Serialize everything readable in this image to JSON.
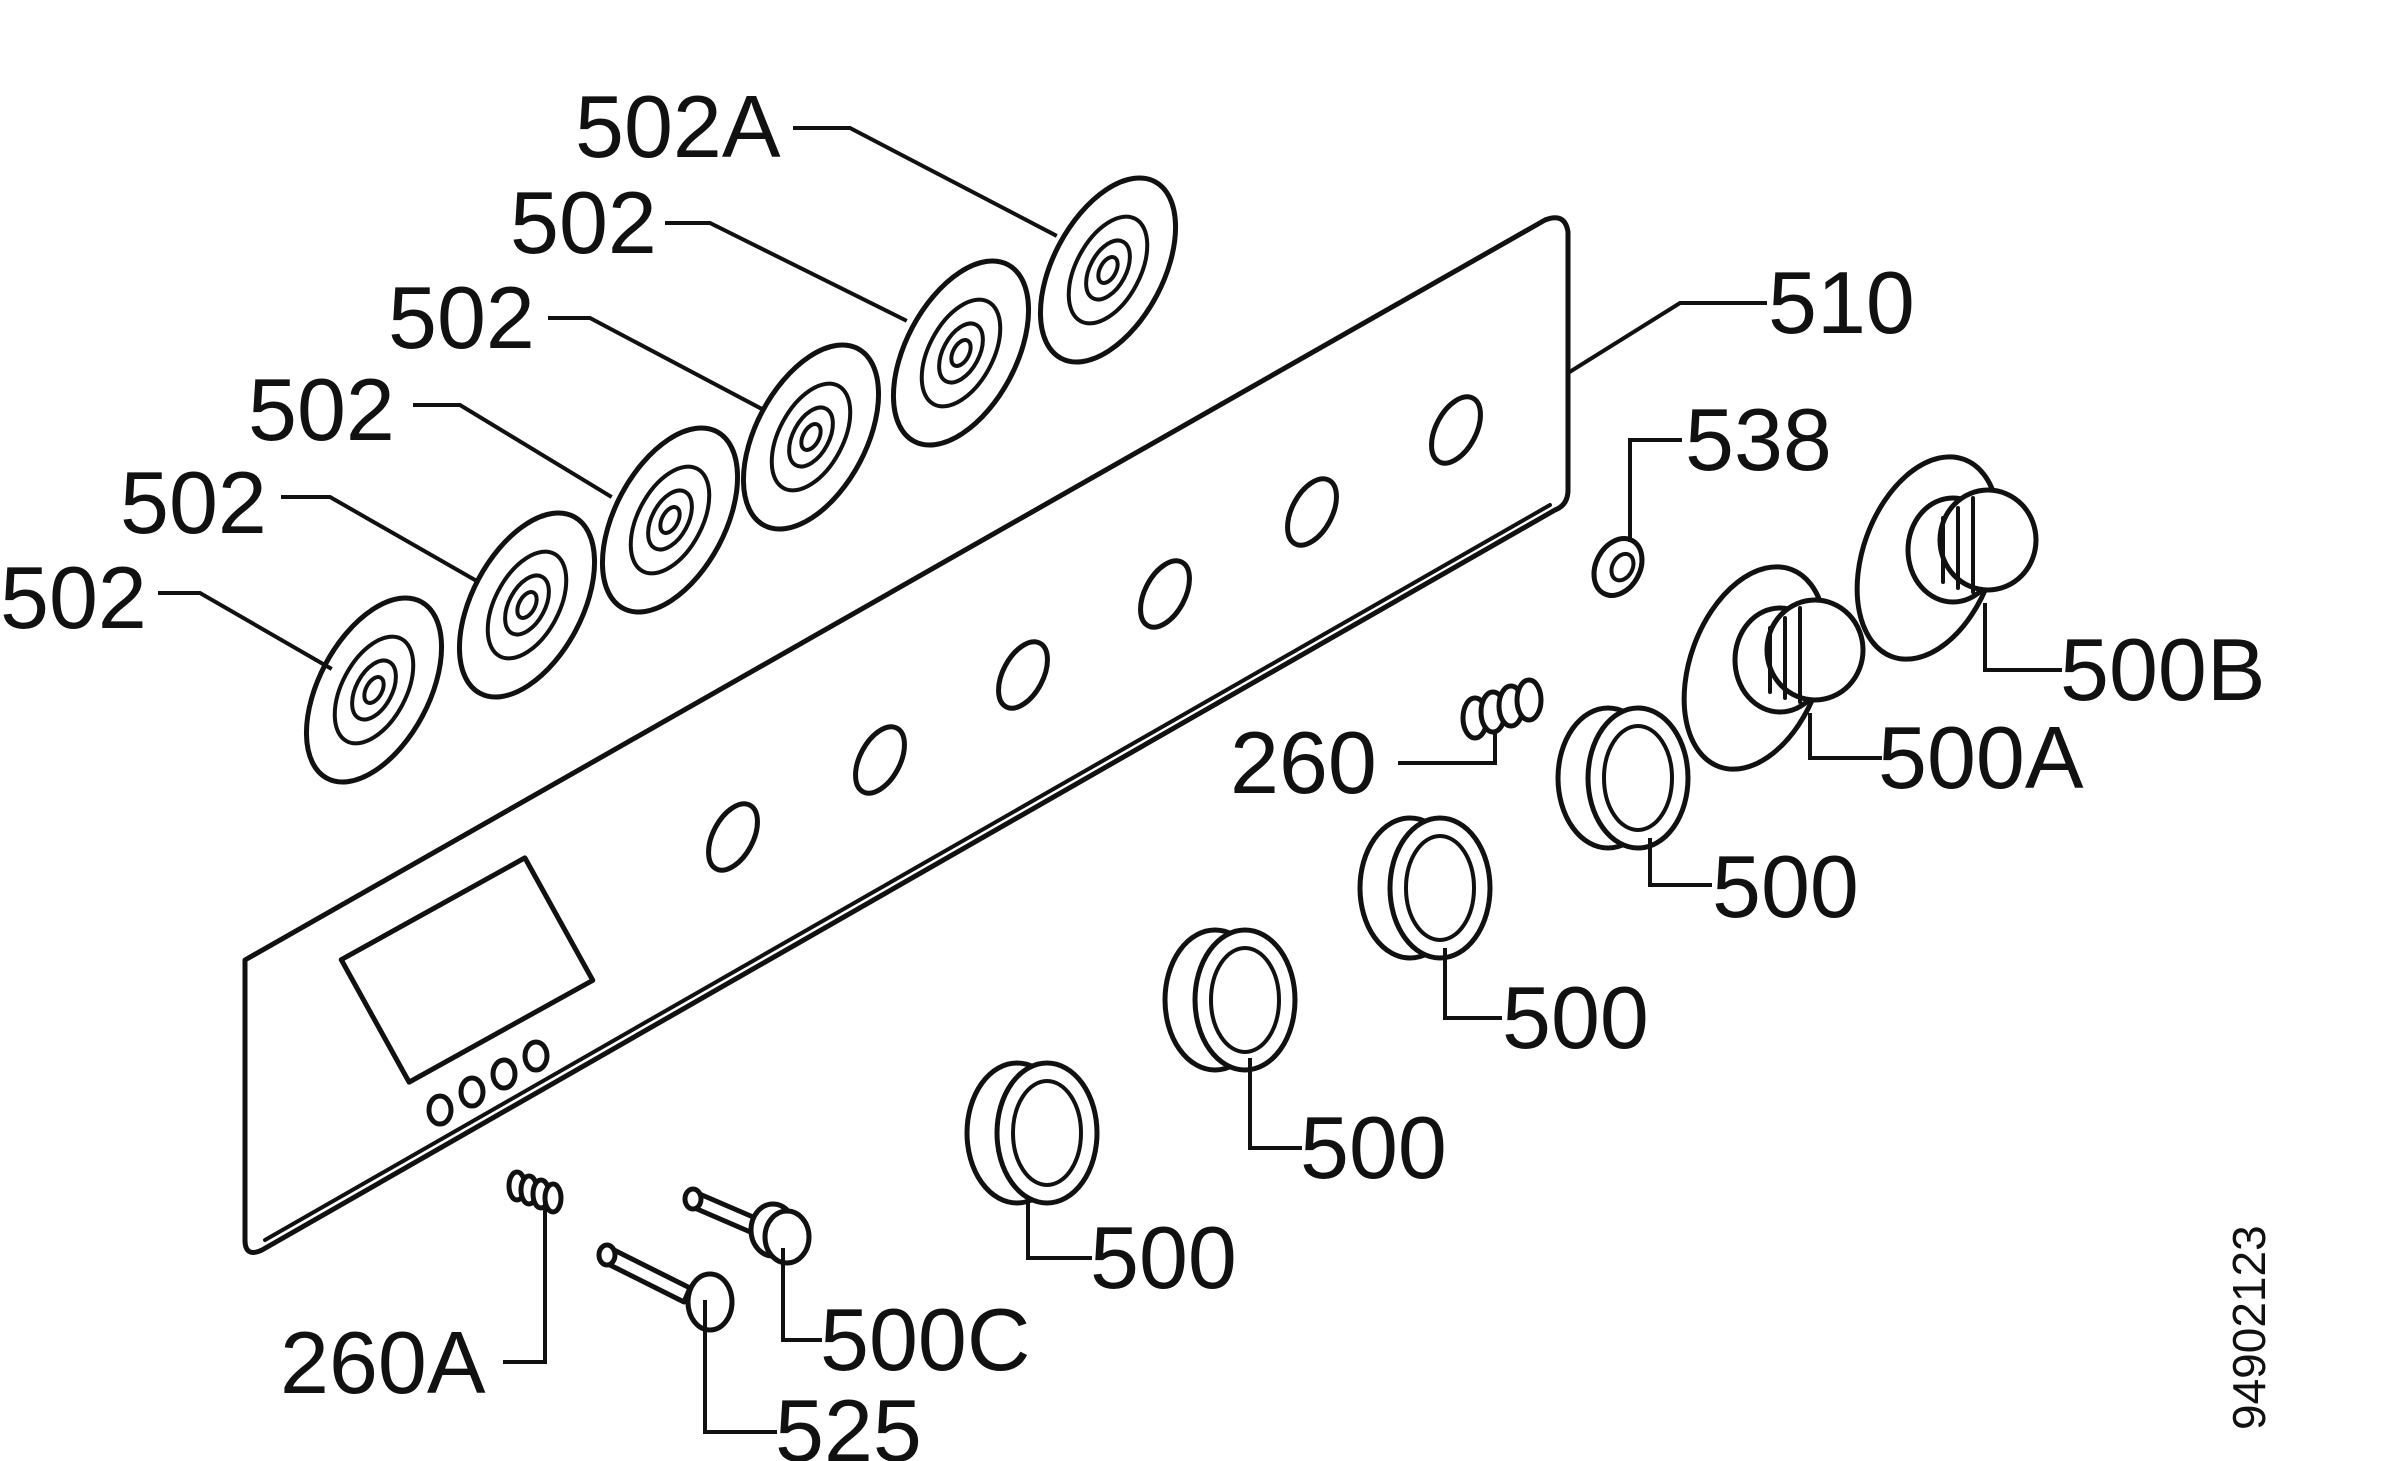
{
  "labels": {
    "l502a": "502A",
    "l502": "502",
    "l510": "510",
    "l538": "538",
    "l500b": "500B",
    "l500a": "500A",
    "l260": "260",
    "l500": "500",
    "l260a": "260A",
    "l500c": "500C",
    "l525": "525"
  },
  "drawing_number": "94902123"
}
